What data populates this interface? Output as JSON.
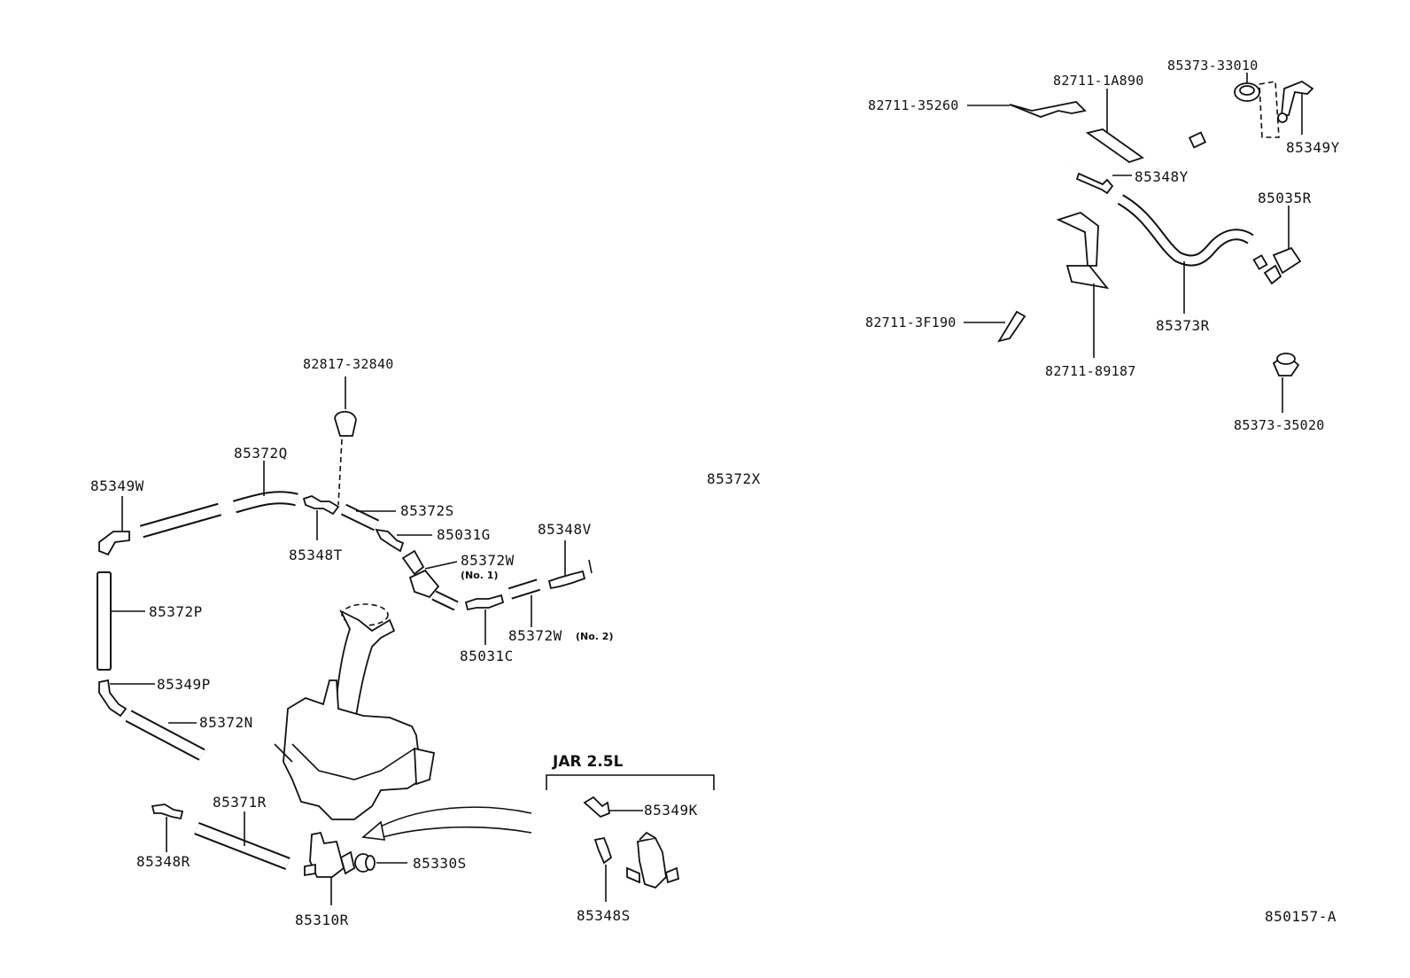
{
  "diagram": {
    "figure_code": "850157-A",
    "group_header": "JAR 2.5L",
    "labels": {
      "p85373_33010": "85373-33010",
      "p82711_1A890": "82711-1A890",
      "p82711_35260": "82711-35260",
      "p85349Y": "85349Y",
      "p85348Y": "85348Y",
      "p85035R": "85035R",
      "p82711_3F190": "82711-3F190",
      "p85373R": "85373R",
      "p82711_89187": "82711-89187",
      "p85373_35020": "85373-35020",
      "p82817_32840": "82817-32840",
      "p85372Q": "85372Q",
      "p85349W": "85349W",
      "p85372S": "85372S",
      "p85031G": "85031G",
      "p85348T": "85348T",
      "p85372W": "85372W",
      "p85372W_note1": "(No. 1)",
      "p85372X": "85372X",
      "p85348V": "85348V",
      "p85372P": "85372P",
      "p85031C": "85031C",
      "p85372W_2": "85372W",
      "p85372W_note2": "(No. 2)",
      "p85349P": "85349P",
      "p85372N": "85372N",
      "p85371R": "85371R",
      "p85349K": "85349K",
      "p85348R": "85348R",
      "p85330S": "85330S",
      "p85310R": "85310R",
      "p85348S": "85348S"
    }
  }
}
